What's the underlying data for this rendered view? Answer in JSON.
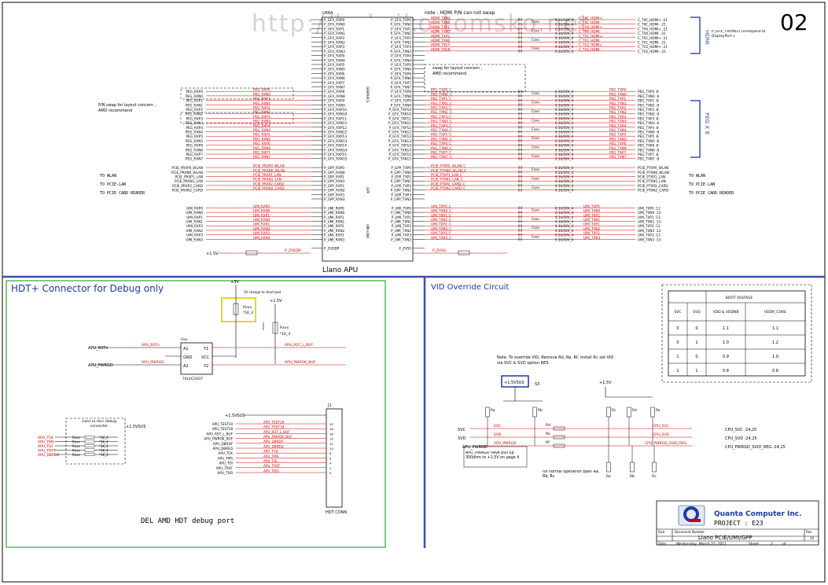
{
  "sheet": {
    "page_number": "02",
    "watermark": "http://bobriko.tomsko.net"
  },
  "apu": {
    "ref": "U66A",
    "name": "Llano APU",
    "block_graphics": "GRAPHICS",
    "block_gpp": "GPP",
    "block_umi": "UMI-LINK",
    "left_pins": [
      "P_GFX_RXP0",
      "P_GFX_RXN0",
      "P_GFX_RXP1",
      "P_GFX_RXN1",
      "P_GFX_RXP2",
      "P_GFX_RXN2",
      "P_GFX_RXP3",
      "P_GFX_RXN3",
      "P_GFX_RXP4",
      "P_GFX_RXN4",
      "P_GFX_RXP5",
      "P_GFX_RXN5",
      "P_GFX_RXP6",
      "P_GFX_RXN6",
      "P_GFX_RXP7",
      "P_GFX_RXN7",
      "P_GFX_RXP8",
      "P_GFX_RXN8",
      "P_GFX_RXP9",
      "P_GFX_RXN9",
      "P_GFX_RXP10",
      "P_GFX_RXN10",
      "P_GFX_RXP11",
      "P_GFX_RXN11",
      "P_GFX_RXP12",
      "P_GFX_RXN12",
      "P_GFX_RXP13",
      "P_GFX_RXN13",
      "P_GFX_RXP14",
      "P_GFX_RXN14",
      "P_GFX_RXP15",
      "P_GFX_RXN15",
      "",
      "P_GPP_RXP0",
      "P_GPP_RXN0",
      "P_GPP_RXP1",
      "P_GPP_RXN1",
      "P_GPP_RXP2",
      "P_GPP_RXN2",
      "P_GPP_RXP3",
      "P_GPP_RXN3",
      "",
      "P_UMI_RXP0",
      "P_UMI_RXN0",
      "P_UMI_RXP1",
      "P_UMI_RXN1",
      "P_UMI_RXP2",
      "P_UMI_RXN2",
      "P_UMI_RXP3",
      "P_UMI_RXN3",
      "",
      "P_ZVDDP"
    ],
    "right_pins": [
      "P_GFX_TXP0",
      "P_GFX_TXN0",
      "P_GFX_TXP1",
      "P_GFX_TXN1",
      "P_GFX_TXP2",
      "P_GFX_TXN2",
      "P_GFX_TXP3",
      "P_GFX_TXN3",
      "P_GFX_TXP4",
      "P_GFX_TXN4",
      "P_GFX_TXP5",
      "P_GFX_TXN5",
      "P_GFX_TXP6",
      "P_GFX_TXN6",
      "P_GFX_TXP7",
      "P_GFX_TXN7",
      "P_GFX_TXP8",
      "P_GFX_TXN8",
      "P_GFX_TXP9",
      "P_GFX_TXN9",
      "P_GFX_TXP10",
      "P_GFX_TXN10",
      "P_GFX_TXP11",
      "P_GFX_TXN11",
      "P_GFX_TXP12",
      "P_GFX_TXN12",
      "P_GFX_TXP13",
      "P_GFX_TXN13",
      "P_GFX_TXP14",
      "P_GFX_TXN14",
      "P_GFX_TXP15",
      "P_GFX_TXN15",
      "",
      "P_GPP_TXP0",
      "P_GPP_TXN0",
      "P_GPP_TXP1",
      "P_GPP_TXN1",
      "P_GPP_TXP2",
      "P_GPP_TXN2",
      "P_GPP_TXP3",
      "P_GPP_TXN3",
      "",
      "P_UMI_TXP0",
      "P_UMI_TXN0",
      "P_UMI_TXP1",
      "P_UMI_TXN1",
      "P_UMI_TXP2",
      "P_UMI_TXN2",
      "P_UMI_TXP3",
      "P_UMI_TXN3",
      "",
      "P_ZVSS"
    ]
  },
  "notes": {
    "hdmi_pn_swap": "note : HDMI P/N can not swap",
    "swap_layout": "swap for layout concern , AMD recommend",
    "pn_swap": "P/N swap for layout concern , AMD recommend",
    "hdmi_label": "HDMI",
    "pegx8_label": "PEG X 8",
    "hdmi_connector_note": "P_GFX_TXP/N(x) correspond to DisplayPort x",
    "to_wlan": "TO WLAN",
    "to_pcie_lan": "TO PCIE-LAN",
    "to_pcie_card_reader": "TO PCIE CARD READER",
    "zvddp_net": "P_ZVDDP",
    "zvss_net": "P_ZVSS",
    "plus_15v": "+1.5V"
  },
  "peg_rx_nets": [
    "PEG_RXP0",
    "PEG_RXN0",
    "PEG_RXP1",
    "PEG_RXN1",
    "PEG_RXP2",
    "PEG_RXN2",
    "PEG_RXP3",
    "PEG_RXN3",
    "PEG_RXP4",
    "PEG_RXN4",
    "PEG_RXP5",
    "PEG_RXN5",
    "PEG_RXP6",
    "PEG_RXN6",
    "PEG_RXP7",
    "PEG_RXN7"
  ],
  "gpp_rx_nets": [
    "PCIE_PRXP0_WLAN",
    "PCIE_PRXN0_WLAN",
    "PCIE_PRXP1_LAN",
    "PCIE_PRXN1_LAN",
    "PCIE_PRXP2_CARD",
    "PCIE_PRXN2_CARD"
  ],
  "umi_rx_nets": [
    "UMI_RXP0",
    "UMI_RXN0",
    "UMI_RXP1",
    "UMI_RXN1",
    "UMI_RXP2",
    "UMI_RXN2",
    "UMI_RXP3",
    "UMI_RXN3"
  ],
  "hdmi_tx_nets": [
    "HDMI_TXP0",
    "HDMI_TXN0",
    "HDMI_TXP1",
    "HDMI_TXN1",
    "HDMI_TXP2",
    "HDMI_TXN2",
    "HDMI_TXCP",
    "HDMI_TXCN"
  ],
  "hdmi_out_nets": [
    "C_TXC_HDMI+ :21",
    "C_TXC_HDMI- :21",
    "C_TX0_HDMI+ :21",
    "C_TX0_HDMI- :21",
    "C_TX1_HDMI+ :21",
    "C_TX1_HDMI- :21",
    "C_TX2_HDMI+ :21",
    "C_TX2_HDMI- :21"
  ],
  "peg_tx_nets": [
    "PEG_TXP0",
    "PEG_TXN0",
    "PEG_TXP1",
    "PEG_TXN1",
    "PEG_TXP2",
    "PEG_TXN2",
    "PEG_TXP3",
    "PEG_TXN3",
    "PEG_TXP4",
    "PEG_TXN4",
    "PEG_TXP5",
    "PEG_TXN5",
    "PEG_TXP6",
    "PEG_TXN6",
    "PEG_TXP7",
    "PEG_TXN7"
  ],
  "gpp_tx_nets": [
    "PCIE_PTXP0_WLAN",
    "PCIE_PTXN0_WLAN",
    "PCIE_PTXP1_LAN",
    "PCIE_PTXN1_LAN",
    "PCIE_PTXP2_CARD",
    "PCIE_PTXN2_CARD"
  ],
  "umi_tx_nets": [
    "UMI_TXP0",
    "UMI_TXN0",
    "UMI_TXP1",
    "UMI_TXN1",
    "UMI_TXP2",
    "UMI_TXN2",
    "UMI_TXP3",
    "UMI_TXN3"
  ],
  "cap_label": "Cxxx",
  "cap_value": "0.1U/10V_4",
  "hdt": {
    "title": "HDT+  Connector for Debug only",
    "subtitle": "DEL AMD HDT debug port",
    "buffer_ref": "Uxx",
    "buffer_part": "74LVC2G07",
    "pin_a1": "A1",
    "pin_a2": "A2",
    "pin_y1": "Y1",
    "pin_y2": "Y2",
    "pin_vcc": "VCC",
    "pin_gnd": "GND",
    "rstn_in": "APU_RSTn",
    "pwrgd_in": "APU_PWRGD",
    "rst_buf": "APU_RST_L_BUF",
    "pwrgd_buf": "APU_PWROK_BUF",
    "rxx_label": "Rxxx",
    "rxx_value": "*1K_4",
    "pwr_note": "3V change to short-pad",
    "plus_3v": "+3V",
    "plus_15v": "+1.5V",
    "close_to_hdt": "close to HDT debug connector",
    "plus_15vsus": "+1.5VSUS",
    "jtag_nets": [
      "APU_TCK",
      "APU_TMS",
      "APU_TDI",
      "APU_TRST",
      "APU_DBREQ"
    ],
    "conn_ref": "J1",
    "conn_name": "HDT CONN",
    "conn_signals": [
      "APU_TEST19",
      "APU_TEST18",
      "APU_RST_L_BUF",
      "APU_PWROK_BUF",
      "APU_DBRDY",
      "APU_DBREQ",
      "APU_TCK",
      "APU_TMS",
      "APU_TDI",
      "APU_TRST",
      "APU_TDO"
    ]
  },
  "vid": {
    "title": "VID Override Circuit",
    "note": "Note: To override VID, Remove Rd, Re, Rf, install Rc set VID via SVC & SVD option RES.",
    "svc": "SVC",
    "svd": "SVD",
    "apu_pwrgd": "APU_PWRGD",
    "pwrgd_note": "APU_PWRGD have pull up 300ohm to +1.5V on page 4",
    "normal_note": "for normal operation open Ra, Rb, Rc",
    "out_svc": "CPU_SVC :24,25",
    "out_svd": "CPU_SVD :24,25",
    "out_pwrgd": "CPU_PWRGD_SVID_REG :24,25",
    "net_svc": "CPU_SVC",
    "net_svd": "CPU_SVD",
    "net_pwrgd": "CPU_PWRGD_SVID_REG",
    "plus_15vsus": "+1.5VSUS",
    "plus_15v": "+1.5V",
    "s3": "S3",
    "resistors": [
      "Ra",
      "Rb",
      "Rc",
      "Rd",
      "Re",
      "Rf"
    ],
    "table": {
      "title": "BOOT VOLTAGE",
      "headers": [
        "SVC",
        "SVD",
        "VDD & VDDNB",
        "VDDR_CORE"
      ],
      "rows": [
        [
          "0",
          "0",
          "1.1",
          "1.1"
        ],
        [
          "0",
          "1",
          "1.0",
          "1.2"
        ],
        [
          "1",
          "0",
          "0.9",
          "1.0"
        ],
        [
          "1",
          "1",
          "0.8",
          "0.8"
        ]
      ]
    }
  },
  "titleblock": {
    "company": "Quanta Computer Inc.",
    "project_label": "PROJECT : E23",
    "doc_title": "Llano PCIE/UMI/GPP",
    "size_label": "Size",
    "doc_number_label": "Document Number",
    "rev_label": "Rev",
    "rev": "1A",
    "date_label": "Date:",
    "date": "Wednesday, March 23, 2011",
    "sheet_label": "Sheet",
    "sheet": "2",
    "of_label": "of"
  },
  "colors": {
    "red": "#cc0000",
    "blue": "#0000aa",
    "green": "#55bb55",
    "yellow": "#e8d23a",
    "black": "#000000"
  }
}
